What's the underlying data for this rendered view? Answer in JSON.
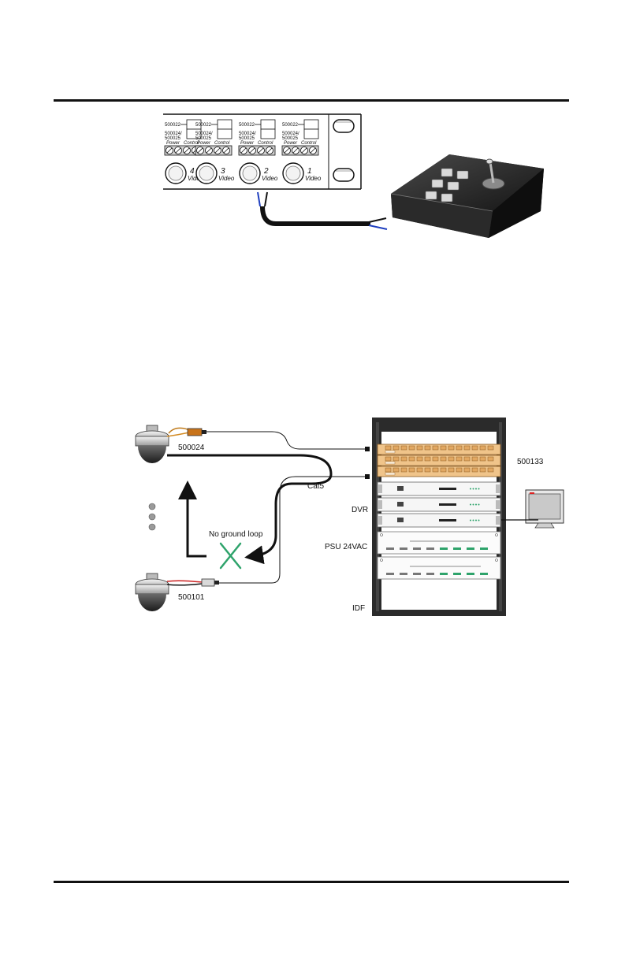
{
  "colors": {
    "rack_frame": "#2b2b2b",
    "patch_panel": "#f0c48a",
    "no_ground_loop_mark": "#2ea36b",
    "keyboard_body": "#1e1e1e",
    "cable_blue": "#1f3fbf"
  },
  "figure_top": {
    "panel_channels": [
      {
        "number": "4",
        "label": "Video",
        "model_a": "500022",
        "model_b": "500024/",
        "model_c": "500025",
        "power": "Power",
        "control": "Control"
      },
      {
        "number": "3",
        "label": "Video",
        "model_a": "500022",
        "model_b": "500024/",
        "model_c": "500025",
        "power": "Power",
        "control": "Control"
      },
      {
        "number": "2",
        "label": "Video",
        "model_a": "500022",
        "model_b": "500024/",
        "model_c": "500025",
        "power": "Power",
        "control": "Control"
      },
      {
        "number": "1",
        "label": "Video",
        "model_a": "500022",
        "model_b": "500024/",
        "model_c": "500025",
        "power": "Power",
        "control": "Control"
      }
    ],
    "icons": [
      "ptz-keyboard-icon",
      "joystick-icon",
      "cable-icon"
    ]
  },
  "figure_bottom": {
    "labels": {
      "camera_top_model": "500024",
      "camera_bottom_model": "500101",
      "cable": "Cat5",
      "no_ground_loop": "No ground loop",
      "patch_panel_model": "500133",
      "dvr": "DVR",
      "psu": "PSU 24VAC",
      "idf": "IDF"
    },
    "icons": [
      "dome-camera-icon",
      "video-balun-icon",
      "rack-icon",
      "monitor-icon",
      "cross-mark-icon",
      "continuation-dots-icon"
    ]
  }
}
